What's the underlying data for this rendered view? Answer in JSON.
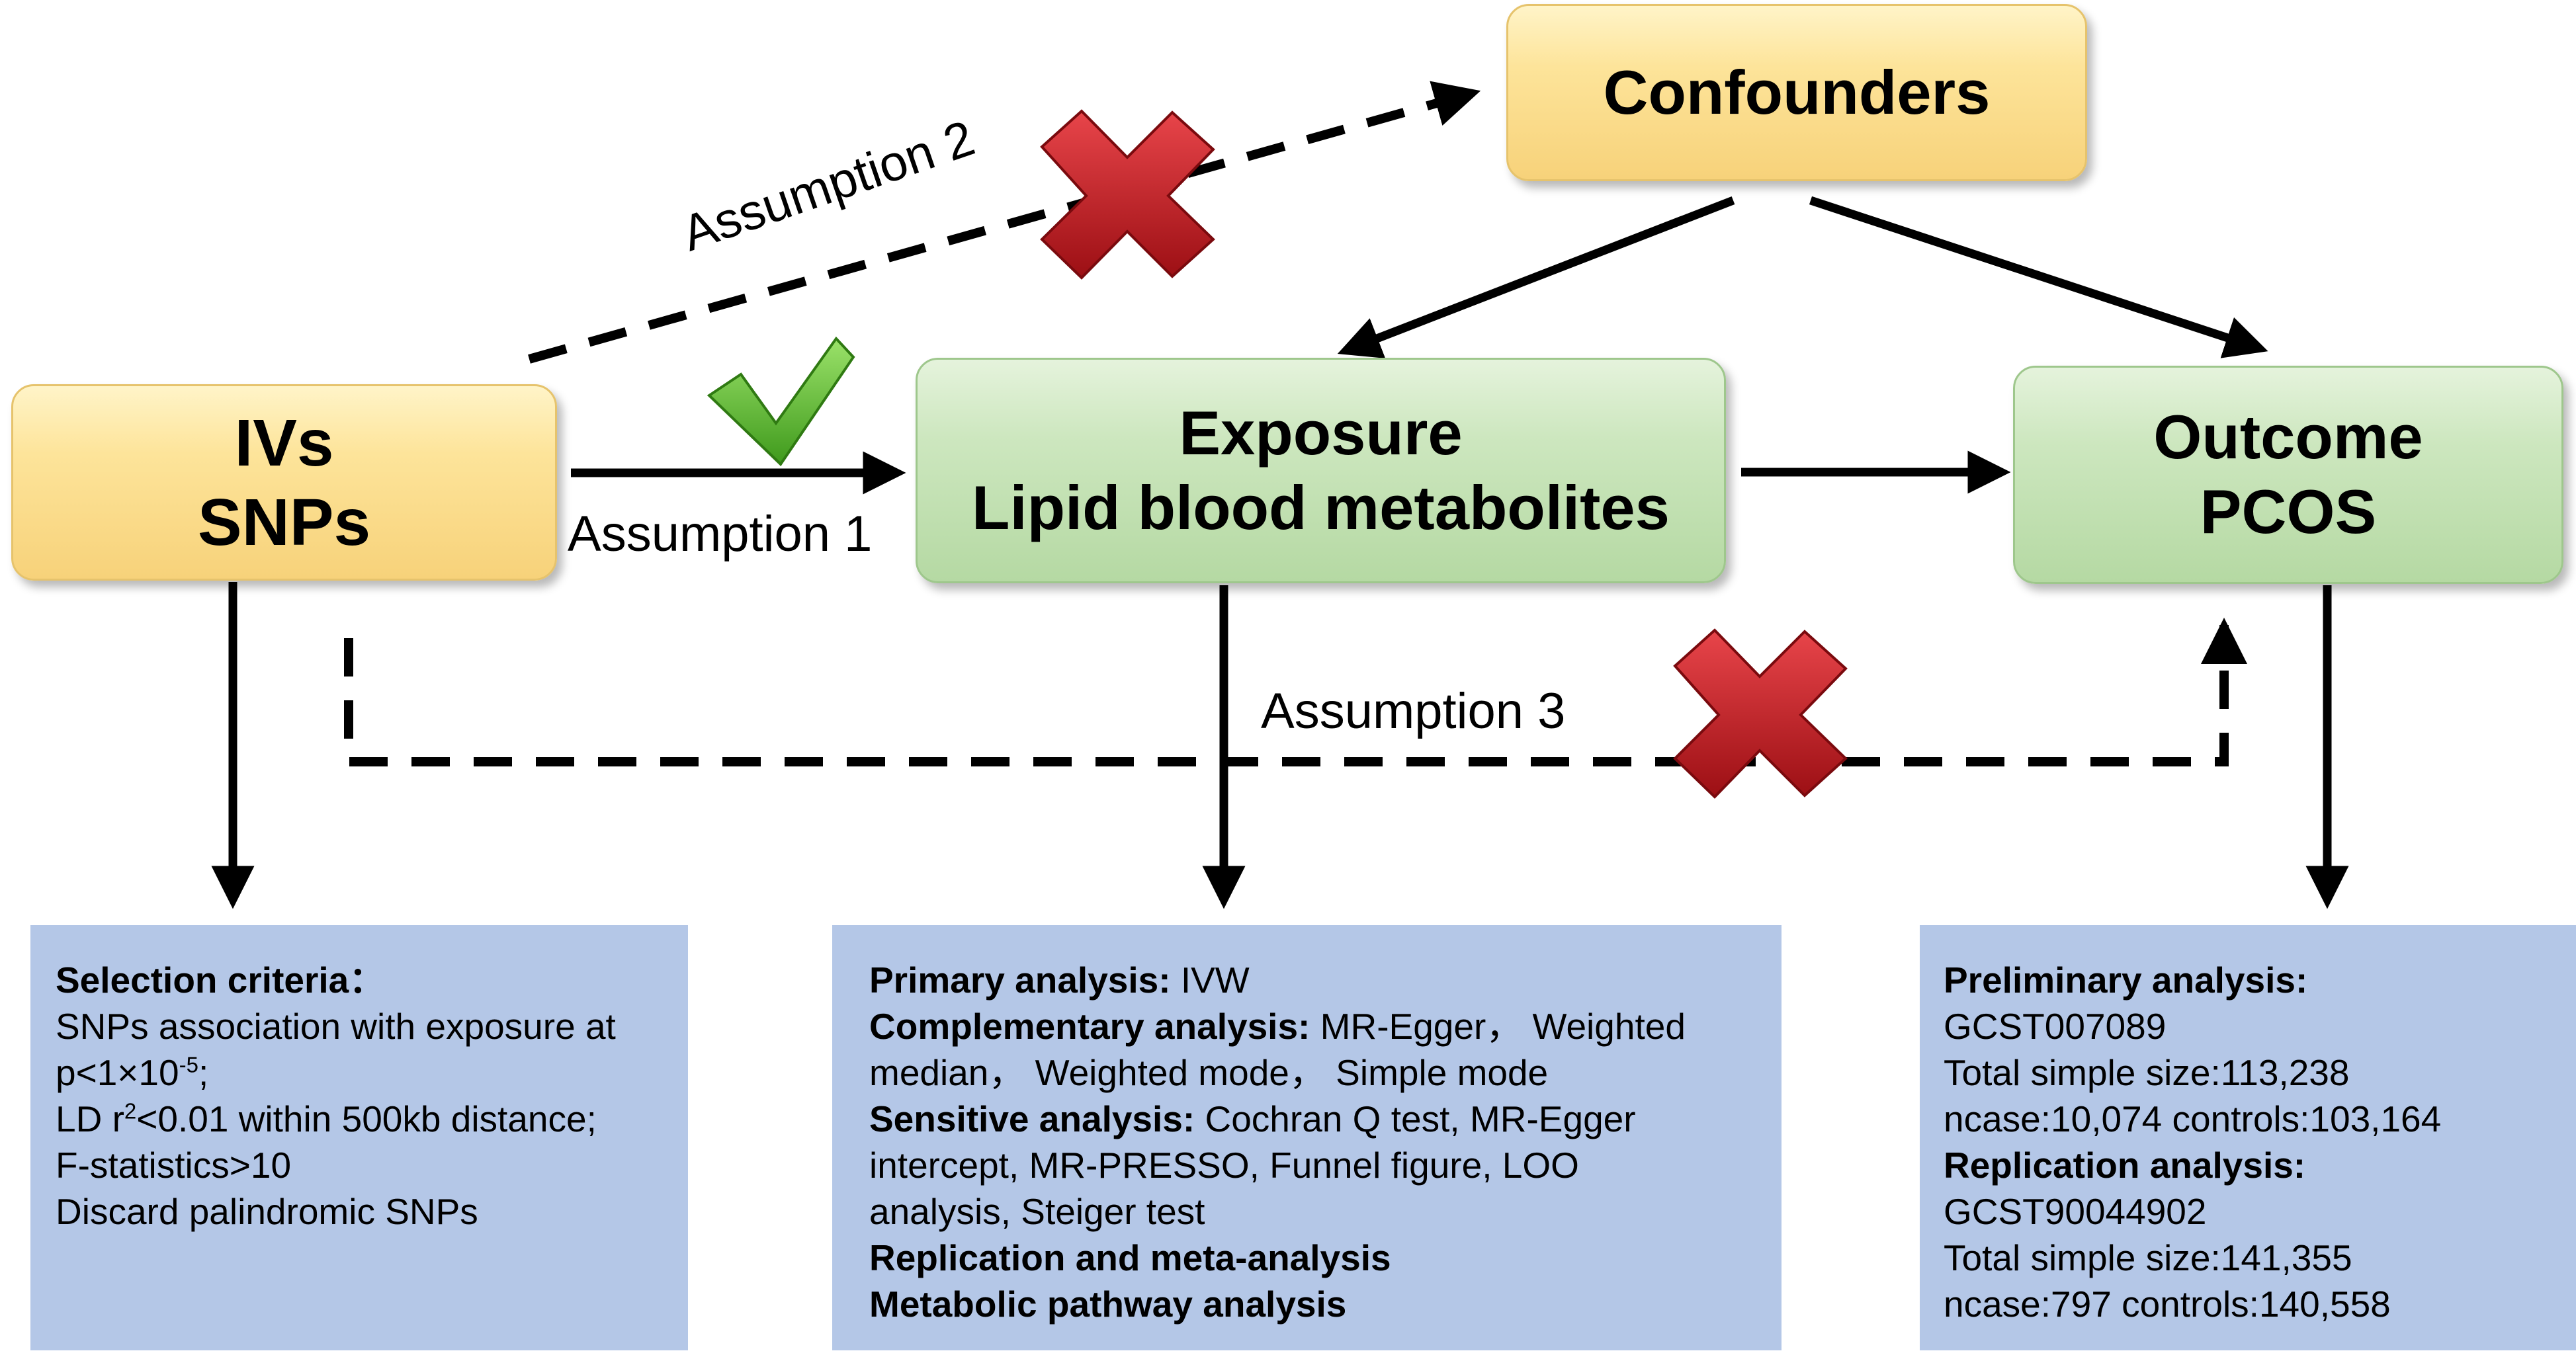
{
  "nodes": {
    "confounders": {
      "label": "Confounders"
    },
    "ivs": {
      "line1": "IVs",
      "line2": "SNPs"
    },
    "exposure": {
      "line1": "Exposure",
      "line2": "Lipid blood metabolites"
    },
    "outcome": {
      "line1": "Outcome",
      "line2": "PCOS"
    }
  },
  "assumptions": {
    "a1": "Assumption 1",
    "a2": "Assumption 2",
    "a3": "Assumption 3"
  },
  "selection": {
    "heading": "Selection criteria：",
    "line1": "SNPs association with exposure at",
    "line2_prefix": "p<1×10",
    "line2_exp": "-5",
    "line2_suffix": ";",
    "line3_prefix": "LD r",
    "line3_exp": "2",
    "line3_suffix": "<0.01 within 500kb distance;",
    "line4": "F-statistics>10",
    "line5": "Discard palindromic SNPs"
  },
  "analysis": {
    "primary_label": "Primary analysis:",
    "primary_value": " IVW",
    "complementary_label": "Complementary analysis:",
    "complementary_value": " MR-Egger， Weighted",
    "complementary_cont": "median， Weighted mode， Simple mode",
    "sensitive_label": "Sensitive analysis:",
    "sensitive_value": " Cochran Q test, MR-Egger",
    "sensitive_cont1": "intercept, MR-PRESSO, Funnel figure, LOO",
    "sensitive_cont2": "analysis, Steiger test",
    "replication": "Replication and meta-analysis",
    "metabolic": "Metabolic pathway analysis"
  },
  "outcome_data": {
    "preliminary_label": "Preliminary analysis:",
    "preliminary_id": "GCST007089",
    "preliminary_size": "Total simple size:113,238",
    "preliminary_cases": "ncase:10,074 controls:103,164",
    "replication_label": "Replication analysis:",
    "replication_id": "GCST90044902",
    "replication_size": "Total simple size:141,355",
    "replication_cases": "ncase:797 controls:140,558"
  },
  "colors": {
    "yellow_node": "#f7d27a",
    "green_node": "#b5d9a3",
    "info_box": "#b4c7e7",
    "check": "#5cb82e",
    "cross": "#c0171d"
  },
  "icons": {
    "check": "check-mark-icon",
    "cross": "cross-mark-icon"
  }
}
